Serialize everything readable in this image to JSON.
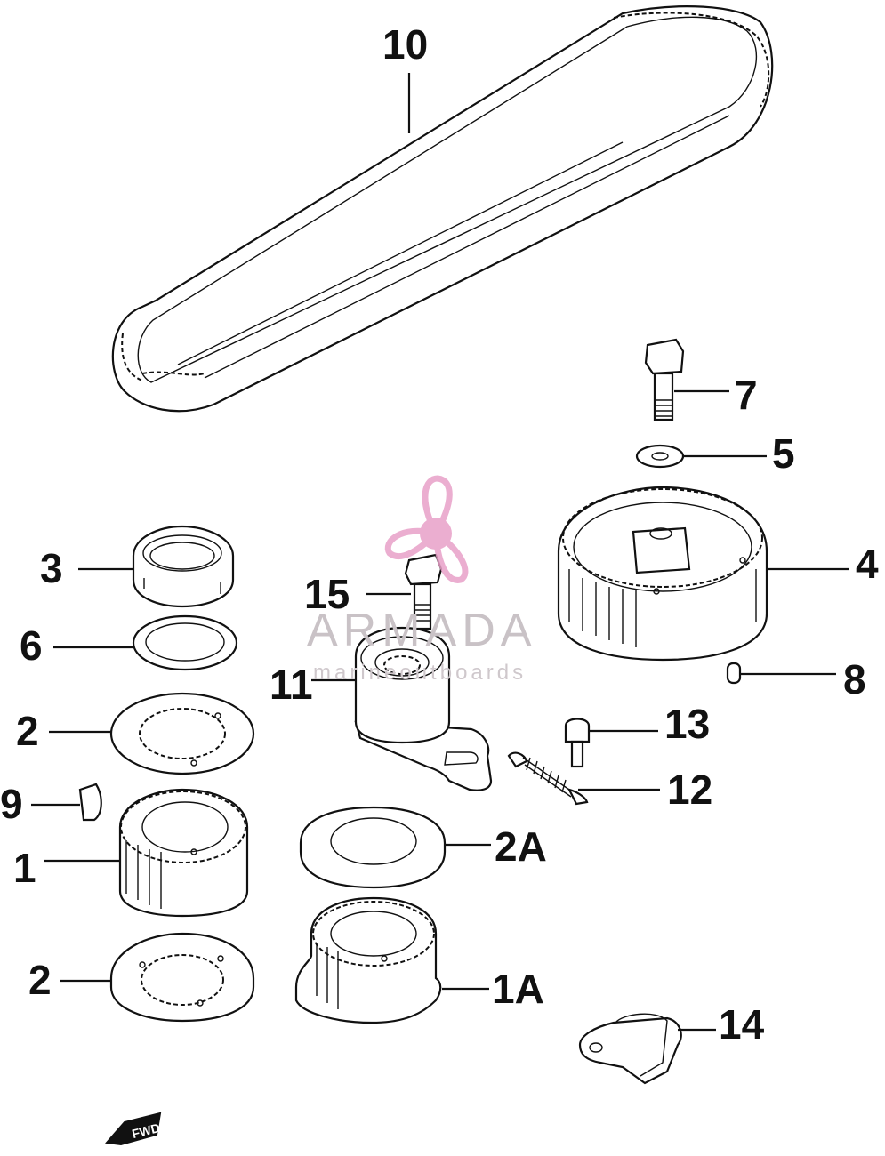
{
  "callouts": {
    "p10": "10",
    "p7": "7",
    "p5": "5",
    "p3": "3",
    "p15": "15",
    "p4": "4",
    "p6": "6",
    "p11": "11",
    "p8": "8",
    "p2_top": "2",
    "p13": "13",
    "p12": "12",
    "p9": "9",
    "p2A": "2A",
    "p1": "1",
    "p2_bottom": "2",
    "p1A": "1A",
    "p14": "14"
  },
  "watermark": {
    "brand": "ARMADA",
    "tagline": "marineoutboards",
    "color": "#e8a0c8"
  },
  "fwd_marker": "FWD"
}
